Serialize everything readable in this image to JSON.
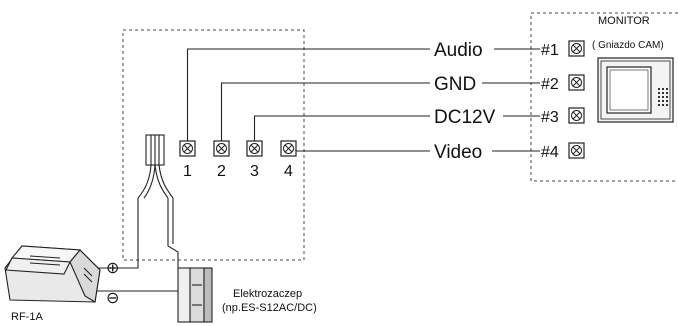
{
  "signals": [
    {
      "label": "Audio",
      "terminal": "1",
      "port": "#1"
    },
    {
      "label": "GND",
      "terminal": "2",
      "port": "#2"
    },
    {
      "label": "DC12V",
      "terminal": "3",
      "port": "#3"
    },
    {
      "label": "Video",
      "terminal": "4",
      "port": "#4"
    }
  ],
  "monitor": {
    "title": "MONITOR",
    "subtitle": "( Gniazdo CAM)"
  },
  "power_supply": {
    "label": "RF-1A",
    "plus": "⊕",
    "minus": "⊖"
  },
  "lock": {
    "label_line1": "Elektrozaczep",
    "label_line2": "(np.ES-S12AC/DC)"
  },
  "colors": {
    "line": "#222222",
    "dashed": "#444444",
    "device_fill": "#f2f2f2"
  }
}
